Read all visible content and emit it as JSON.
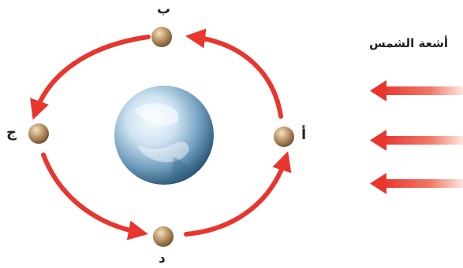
{
  "labels": {
    "sun_rays": "أشعة الشمس",
    "position_a": "أ",
    "position_b": "ب",
    "position_c": "ج",
    "position_d": "د"
  },
  "colors": {
    "arrow": "#e8352e",
    "moon_light": "#ecd9b2",
    "moon_dark": "#7a5a37",
    "earth_light": "#e9f4fb",
    "earth_dark": "#2c5d80",
    "text": "#222222"
  },
  "icons": {
    "earth": "earth-globe-icon",
    "moon": "moon-icon",
    "arrow": "curved-arrow-icon"
  }
}
